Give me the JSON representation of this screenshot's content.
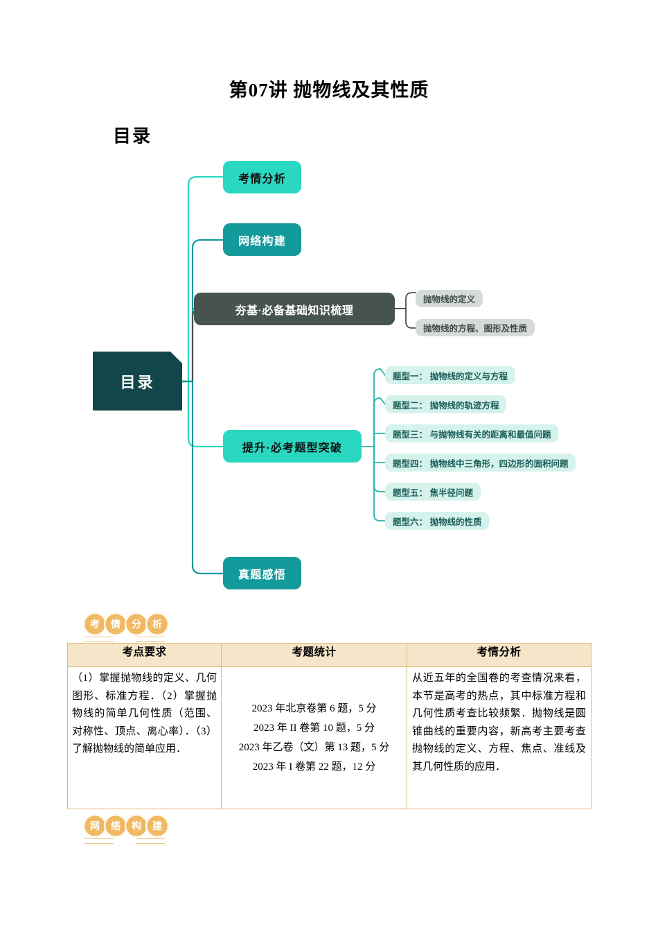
{
  "document": {
    "title": "第07讲 抛物线及其性质",
    "toc_heading": "目录"
  },
  "mindmap": {
    "root": {
      "label": "目录"
    },
    "branches": [
      {
        "id": "kaoqing",
        "label": "考情分析",
        "color": "#2ad7c0",
        "text_color": "#111111"
      },
      {
        "id": "wangluo",
        "label": "网络构建",
        "color": "#139a9b",
        "text_color": "#ffffff"
      },
      {
        "id": "qiangji",
        "label": "夯基·必备基础知识梳理",
        "color": "#47534f",
        "text_color": "#ffffff"
      },
      {
        "id": "tisheng",
        "label": "提升·必考题型突破",
        "color": "#2ad7c0",
        "text_color": "#111111"
      },
      {
        "id": "zhenti",
        "label": "真题感悟",
        "color": "#139a9b",
        "text_color": "#ffffff"
      }
    ],
    "qiangji_children": [
      "抛物线的定义",
      "抛物线的方程、图形及性质"
    ],
    "tisheng_children": [
      "题型一： 抛物线的定义与方程",
      "题型二： 抛物线的轨迹方程",
      "题型三： 与抛物线有关的距离和最值问题",
      "题型四： 抛物线中三角形，四边形的面积问题",
      "题型五： 焦半径问题",
      "题型六： 抛物线的性质"
    ]
  },
  "badges": {
    "kaoqing": {
      "chars": [
        "考",
        "情",
        "分",
        "析"
      ]
    },
    "wangluo": {
      "chars": [
        "网",
        "络",
        "构",
        "建"
      ]
    }
  },
  "exam_table": {
    "headers": [
      "考点要求",
      "考题统计",
      "考情分析"
    ],
    "requirements": "（1）掌握抛物线的定义、几何图形、标准方程．（2）掌握抛物线的简单几何性质（范围、对称性、顶点、离心率）．（3）了解抛物线的简单应用．",
    "statistics": [
      {
        "year": "2023",
        "pre": "年北京卷第",
        "num": "6",
        "post": "题，5 分",
        "italic": ""
      },
      {
        "year": "2023",
        "pre": "年",
        "italic": "II",
        "mid": "卷第",
        "num": "10",
        "post": "题，5 分"
      },
      {
        "year": "2023",
        "pre": "年乙卷（文）第",
        "num": "13",
        "post": "题，5 分",
        "italic": ""
      },
      {
        "year": "2023",
        "pre": "年",
        "italic": "I",
        "mid": "卷第",
        "num": "22",
        "post": "题，12 分"
      }
    ],
    "statistics_lines": [
      "2023 年北京卷第 6 题，5 分",
      "2023 年 II 卷第 10 题，5 分",
      "2023 年乙卷（文）第 13 题，5 分",
      "2023 年 I 卷第 22 题，12 分"
    ],
    "analysis": "从近五年的全国卷的考查情况来看，本节是高考的热点，其中标准方程和几何性质考查比较频繁．抛物线是圆锥曲线的重要内容，新高考主要考查抛物线的定义、方程、焦点、准线及其几何性质的应用．"
  },
  "colors": {
    "mint": "#2ad7c0",
    "teal": "#139a9b",
    "slate": "#47534f",
    "dark_teal": "#12464a",
    "chip_gray": "#d5dadb",
    "chip_mint": "#d6f2ec",
    "badge_orange": "#f0b962",
    "table_header": "#f6e6c9",
    "table_border": "#e0b873"
  }
}
